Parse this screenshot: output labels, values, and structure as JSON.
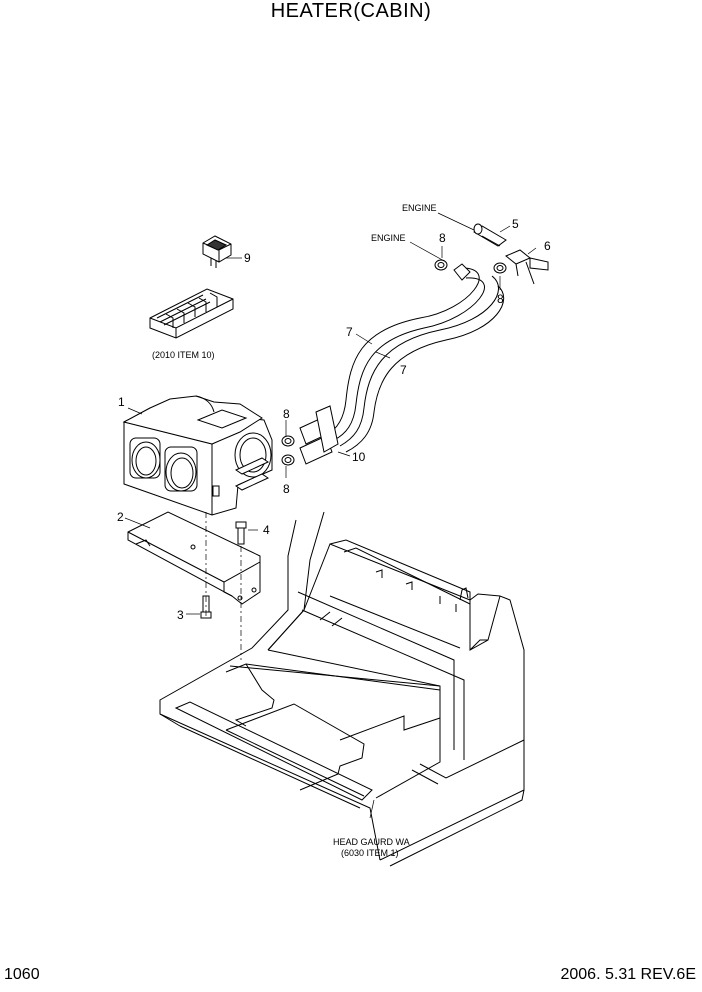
{
  "title": "HEATER(CABIN)",
  "page_number": "1060",
  "revision": "2006. 5.31  REV.6E",
  "callouts": {
    "c1": "1",
    "c2": "2",
    "c3": "3",
    "c4": "4",
    "c5": "5",
    "c6": "6",
    "c7a": "7",
    "c7b": "7",
    "c8a": "8",
    "c8b": "8",
    "c8c": "8",
    "c8d": "8",
    "c9": "9",
    "c10": "10"
  },
  "notes": {
    "engine_upper": "ENGINE",
    "engine_lower": "ENGINE",
    "item_ref": "(2010 ITEM 10)",
    "head_guard_line1": "HEAD GAURD WA",
    "head_guard_line2": "(6030 ITEM 1)"
  }
}
